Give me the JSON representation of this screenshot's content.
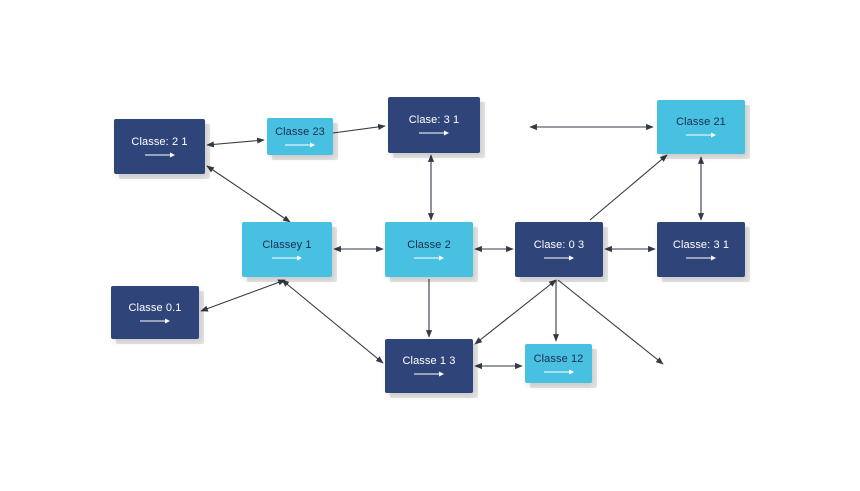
{
  "diagram": {
    "colors": {
      "dark": "#2f4479",
      "light": "#47c0e2",
      "edge": "#333a45"
    },
    "nodes": [
      {
        "id": "n-classe-21-left",
        "label": "Classe: 2 1",
        "style": "dark"
      },
      {
        "id": "n-classe-23",
        "label": "Classe 23",
        "style": "light"
      },
      {
        "id": "n-classe-31-top",
        "label": "Clase: 3 1",
        "style": "dark"
      },
      {
        "id": "n-classe-21-right",
        "label": "Classe 21",
        "style": "light"
      },
      {
        "id": "n-classey-1",
        "label": "Classey 1",
        "style": "light"
      },
      {
        "id": "n-classe-2",
        "label": "Classe 2",
        "style": "light"
      },
      {
        "id": "n-classe-03",
        "label": "Clase: 0 3",
        "style": "dark"
      },
      {
        "id": "n-classe-31-right",
        "label": "Classe: 3 1",
        "style": "dark"
      },
      {
        "id": "n-classe-01",
        "label": "Classe 0.1",
        "style": "dark"
      },
      {
        "id": "n-classe-13",
        "label": "Classe 1 3",
        "style": "dark"
      },
      {
        "id": "n-classe-12",
        "label": "Classe 12",
        "style": "light"
      }
    ],
    "edges": [
      {
        "from": "n-classe-21-left",
        "to": "n-classe-23",
        "direction": "both"
      },
      {
        "from": "n-classe-23",
        "to": "n-classe-31-top",
        "direction": "forward"
      },
      {
        "from": "n-classe-21-left",
        "to": "n-classey-1",
        "direction": "both"
      },
      {
        "from": "n-classe-31-top",
        "to": "n-classe-2",
        "direction": "both"
      },
      {
        "from": "n-classey-1",
        "to": "n-classe-2",
        "direction": "both"
      },
      {
        "from": "n-classe-2",
        "to": "n-classe-03",
        "direction": "both"
      },
      {
        "from": "n-classe-03",
        "to": "n-classe-31-right",
        "direction": "both"
      },
      {
        "from": "n-classe-03",
        "to": "n-classe-21-right",
        "direction": "forward"
      },
      {
        "from": "n-classe-21-right",
        "to": "n-classe-31-right",
        "direction": "both"
      },
      {
        "from": "n-classe-01",
        "to": "n-classey-1",
        "direction": "both"
      },
      {
        "from": "n-classey-1",
        "to": "n-classe-13",
        "direction": "both"
      },
      {
        "from": "n-classe-2",
        "to": "n-classe-13",
        "direction": "forward"
      },
      {
        "from": "n-classe-13",
        "to": "n-classe-12",
        "direction": "both"
      },
      {
        "from": "n-classe-03",
        "to": "n-classe-13",
        "direction": "both"
      },
      {
        "from": "n-classe-03",
        "to": "n-classe-12",
        "direction": "forward"
      },
      {
        "from": "n-classe-03",
        "to": "loose-end-bottom-right",
        "direction": "forward"
      },
      {
        "from": "loose-end-top-left",
        "to": "n-classe-21-right",
        "direction": "both"
      }
    ]
  }
}
